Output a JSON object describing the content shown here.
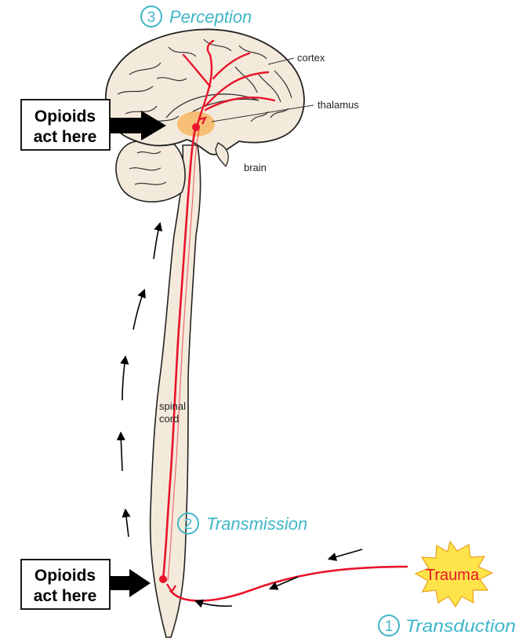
{
  "colors": {
    "accent": "#3fb6c8",
    "nerve": "#e8132a",
    "tissue_fill": "#f4eadb",
    "tissue_stroke": "#222222",
    "thalamus": "#f7b96a",
    "trauma_fill": "#ffe34a",
    "trauma_text": "#e8132a"
  },
  "stages": [
    {
      "number": "3",
      "label": "Perception"
    },
    {
      "number": "2",
      "label": "Transmission"
    },
    {
      "number": "1",
      "label": "Transduction"
    }
  ],
  "labels": {
    "cortex": "cortex",
    "thalamus": "thalamus",
    "brain": "brain",
    "spinal_line1": "spinal",
    "spinal_line2": "cord"
  },
  "opioid_boxes": [
    {
      "line1": "Opioids",
      "line2": "act here"
    },
    {
      "line1": "Opioids",
      "line2": "act here"
    }
  ],
  "trauma": "Trauma"
}
